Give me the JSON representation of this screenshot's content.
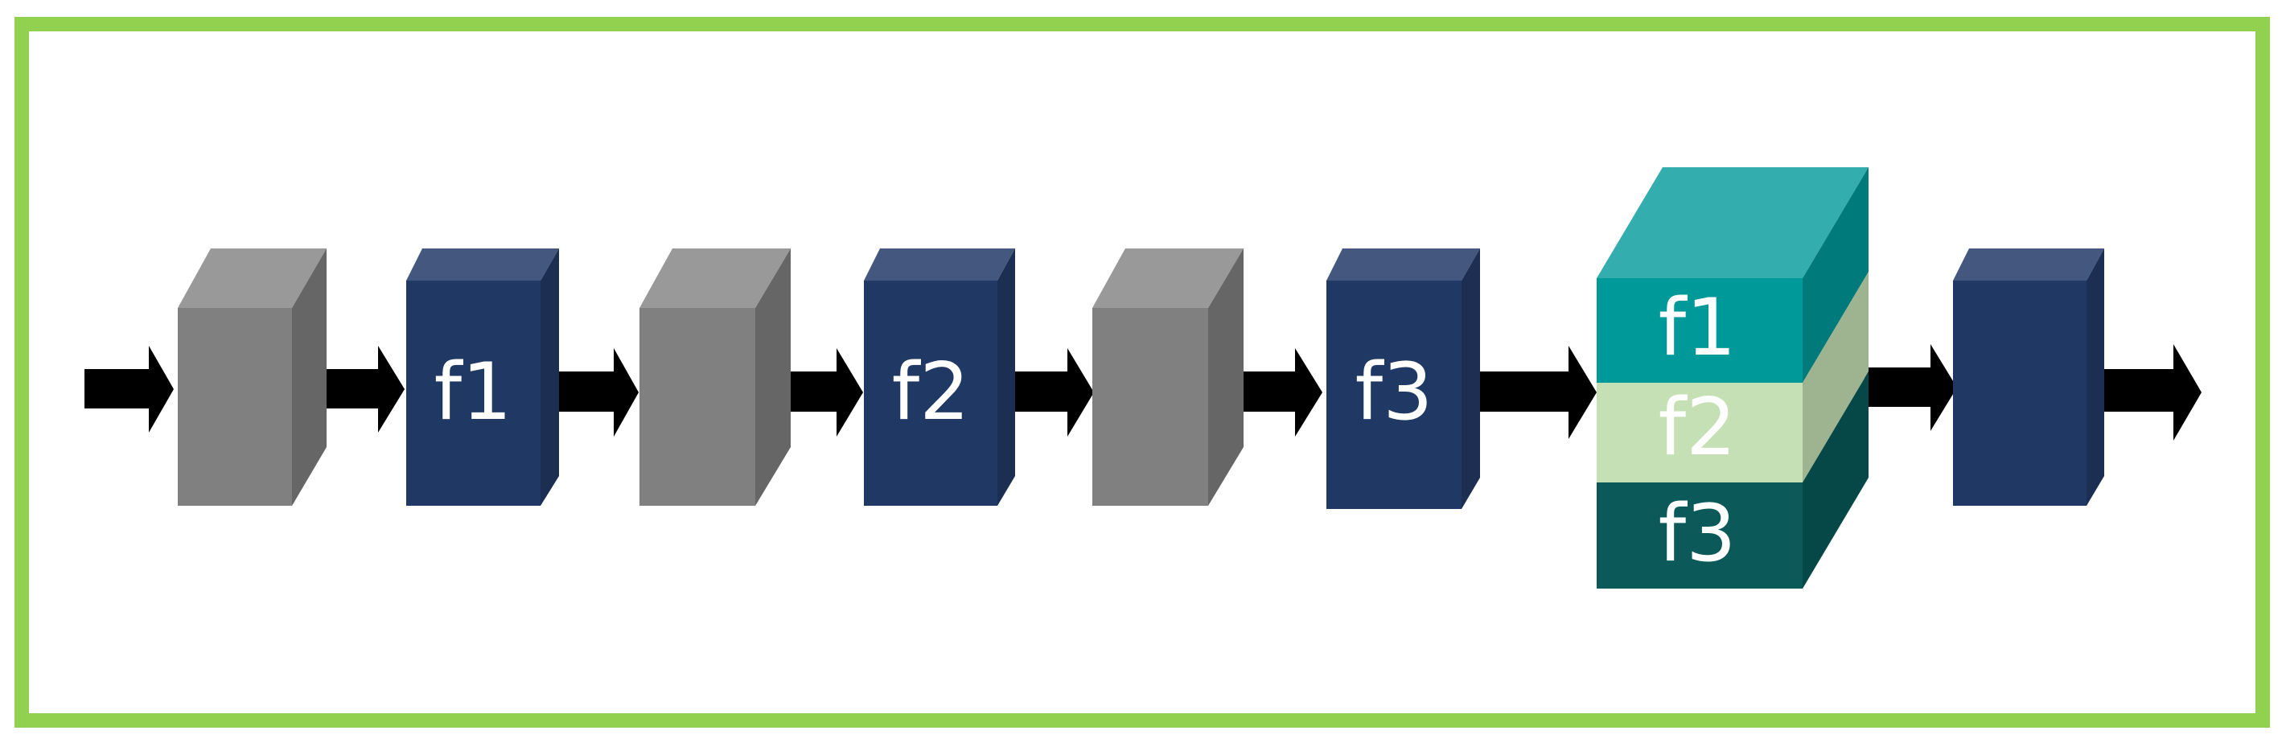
{
  "colors": {
    "frame": "#92d050",
    "arrow": "#000000",
    "gray_front": "#808080",
    "gray_top": "#999999",
    "gray_side": "#666666",
    "navy_front": "#203864",
    "navy_top": "#44587f",
    "navy_side": "#1c2f52",
    "stack_f1_front": "#009999",
    "stack_f1_top": "#33adad",
    "stack_f1_side": "#007a7a",
    "stack_f2_front": "#c5e0b4",
    "stack_f2_side": "#9eb38f",
    "stack_f3_front": "#0b5958",
    "stack_f3_side": "#064847",
    "label": "#ffffff"
  },
  "blocks": [
    {
      "kind": "gray",
      "label": ""
    },
    {
      "kind": "navy",
      "label": "f1"
    },
    {
      "kind": "gray",
      "label": ""
    },
    {
      "kind": "navy",
      "label": "f2"
    },
    {
      "kind": "gray",
      "label": ""
    },
    {
      "kind": "navy",
      "label": "f3"
    },
    {
      "kind": "stack",
      "labels": [
        "f1",
        "f2",
        "f3"
      ]
    },
    {
      "kind": "navy",
      "label": ""
    }
  ]
}
